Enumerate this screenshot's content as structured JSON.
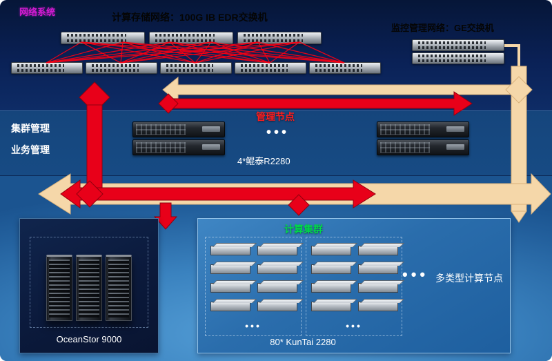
{
  "network": {
    "system_label": "网络系统",
    "storage_net_title": "计算存储网络：100G IB EDR交换机",
    "mgmt_net_title": "监控管理网络：GE交换机"
  },
  "management": {
    "side_labels": [
      "集群管理",
      "业务管理"
    ],
    "title": "管理节点",
    "ellipsis": "•••",
    "model": "4*鲲泰R2280"
  },
  "storage": {
    "label": "OceanStor 9000"
  },
  "compute": {
    "title": "计算集群",
    "group_ellipsis": "•••",
    "side_ellipsis": "•••",
    "side_label": "多类型计算节点",
    "model": "80* KunTai 2280"
  },
  "colors": {
    "red": "#e80019",
    "cream": "#f5d7a9",
    "green": "#00d84a",
    "magenta": "#d21bd2",
    "background_blue": "#123c7e"
  }
}
